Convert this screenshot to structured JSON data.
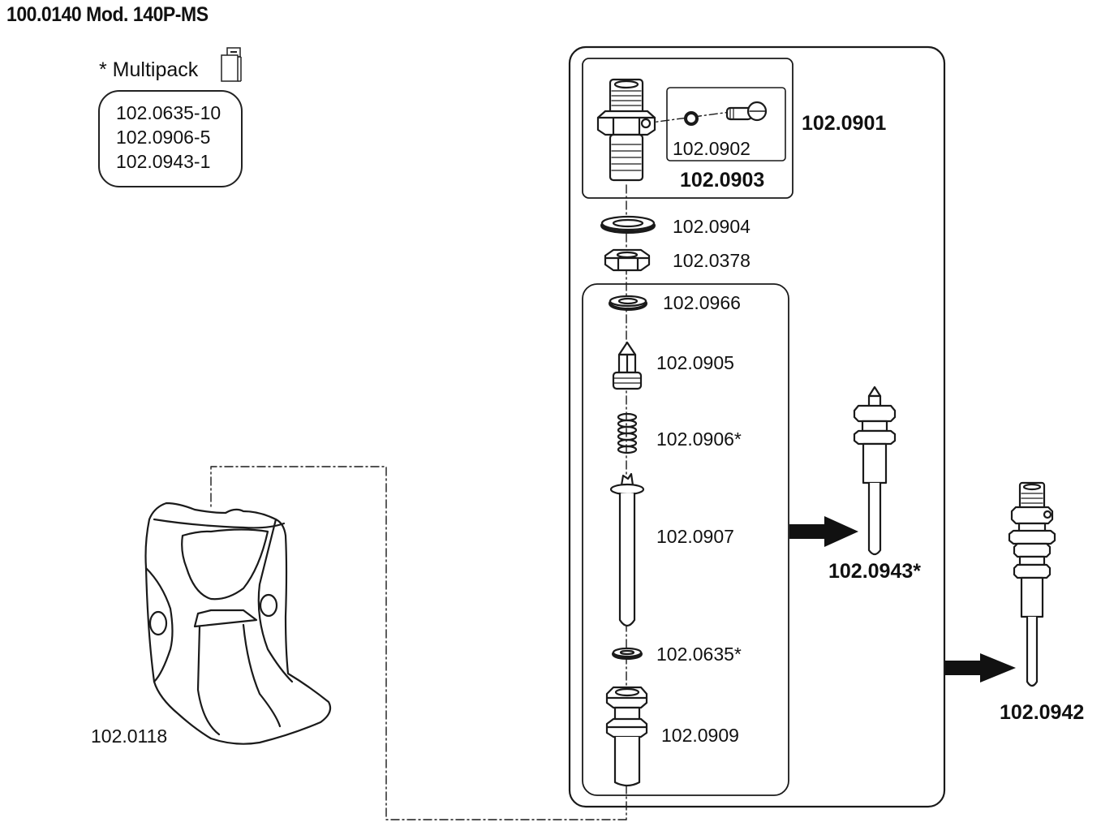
{
  "title": "100.0140 Mod. 140P-MS",
  "multipack": {
    "label": "* Multipack",
    "icon": "multipack-box-icon",
    "items": [
      "102.0635-10",
      "102.0906-5",
      "102.0943-1"
    ]
  },
  "bowl": {
    "part": "102.0118"
  },
  "assembly": {
    "outer_group": "102.0942",
    "upper_group": "102.0901",
    "nipple_group": "102.0903",
    "screw_group": "102.0902",
    "parts": {
      "washer_large": "102.0904",
      "nut": "102.0378",
      "washer_small": "102.0966",
      "valve_pin": "102.0905",
      "spring": "102.0906*",
      "stem": "102.0907",
      "washer_bottom": "102.0635*",
      "body": "102.0909"
    },
    "inner_group": "102.0943*"
  }
}
